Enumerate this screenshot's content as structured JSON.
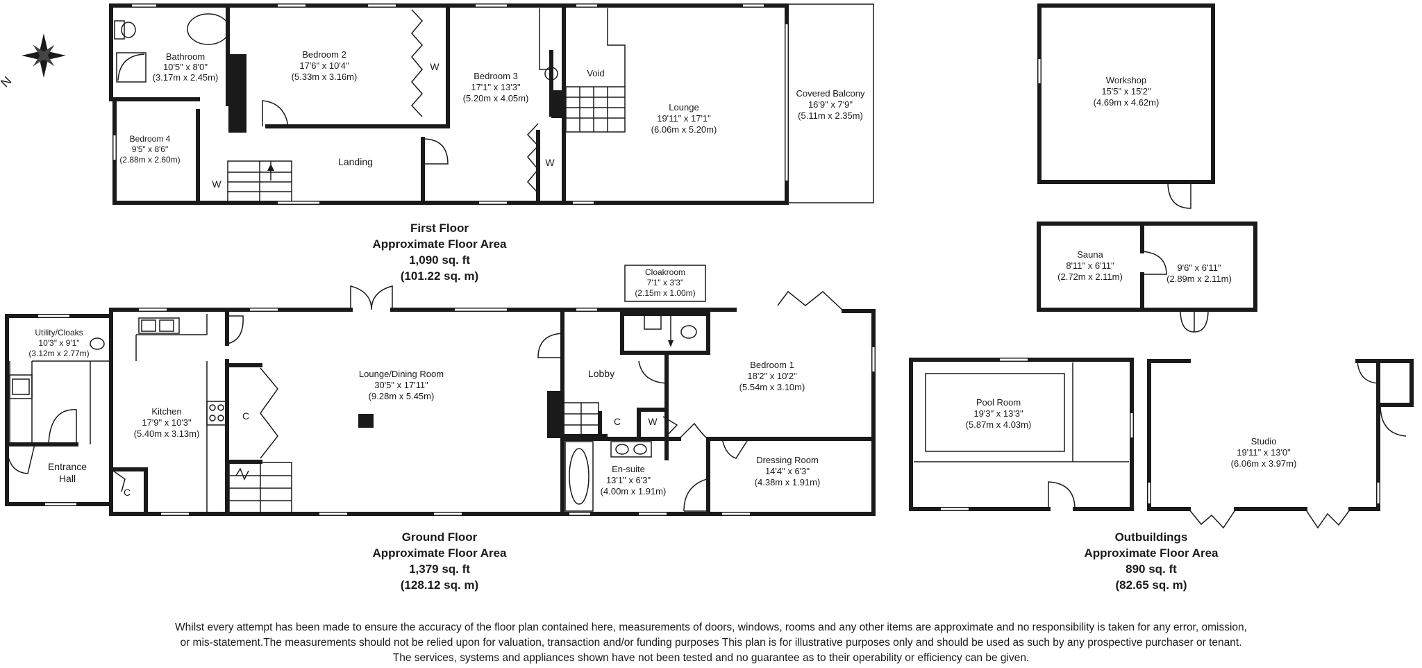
{
  "first_floor": {
    "rooms": [
      {
        "name": "Bathroom",
        "imperial": "10'5\" x 8'0\"",
        "metric": "(3.17m x 2.45m)"
      },
      {
        "name": "Bedroom 2",
        "imperial": "17'6\" x 10'4\"",
        "metric": "(5.33m x 3.16m)"
      },
      {
        "name": "Bedroom 3",
        "imperial": "17'1\" x 13'3\"",
        "metric": "(5.20m x 4.05m)"
      },
      {
        "name": "Void"
      },
      {
        "name": "Lounge",
        "imperial": "19'11\" x 17'1\"",
        "metric": "(6.06m x 5.20m)"
      },
      {
        "name": "Covered Balcony",
        "imperial": "16'9\" x 7'9\"",
        "metric": "(5.11m x 2.35m)"
      },
      {
        "name": "Bedroom 4",
        "imperial": "9'5\" x 8'6\"",
        "metric": "(2.88m x 2.60m)"
      },
      {
        "name": "Landing"
      }
    ],
    "title": "First Floor",
    "subtitle": "Approximate Floor Area",
    "area_sqft": "1,090 sq. ft",
    "area_sqm": "(101.22 sq. m)"
  },
  "ground_floor": {
    "rooms": [
      {
        "name": "Utility/Cloaks",
        "imperial": "10'3\" x 9'1\"",
        "metric": "(3.12m x 2.77m)"
      },
      {
        "name": "Entrance",
        "name2": "Hall"
      },
      {
        "name": "Kitchen",
        "imperial": "17'9\" x 10'3\"",
        "metric": "(5.40m x 3.13m)"
      },
      {
        "name": "Lounge/Dining Room",
        "imperial": "30'5\" x 17'11\"",
        "metric": "(9.28m x 5.45m)"
      },
      {
        "name": "Cloakroom",
        "imperial": "7'1\" x 3'3\"",
        "metric": "(2.15m x 1.00m)"
      },
      {
        "name": "Lobby"
      },
      {
        "name": "Bedroom 1",
        "imperial": "18'2\" x 10'2\"",
        "metric": "(5.54m x 3.10m)"
      },
      {
        "name": "En-suite",
        "imperial": "13'1\" x 6'3\"",
        "metric": "(4.00m x 1.91m)"
      },
      {
        "name": "Dressing Room",
        "imperial": "14'4\" x 6'3\"",
        "metric": "(4.38m x 1.91m)"
      }
    ],
    "title": "Ground Floor",
    "subtitle": "Approximate Floor Area",
    "area_sqft": "1,379 sq. ft",
    "area_sqm": "(128.12 sq. m)"
  },
  "outbuildings": {
    "rooms": [
      {
        "name": "Workshop",
        "imperial": "15'5\" x 15'2\"",
        "metric": "(4.69m x 4.62m)"
      },
      {
        "name": "Sauna",
        "imperial": "8'11\" x 6'11\"",
        "metric": "(2.72m x 2.11m)"
      },
      {
        "imperial": "9'6\" x 6'11\"",
        "metric": "(2.89m x 2.11m)"
      },
      {
        "name": "Pool Room",
        "imperial": "19'3\" x 13'3\"",
        "metric": "(5.87m x 4.03m)"
      },
      {
        "name": "Studio",
        "imperial": "19'11\" x 13'0\"",
        "metric": "(6.06m x 3.97m)"
      }
    ],
    "title": "Outbuildings",
    "subtitle": "Approximate Floor Area",
    "area_sqft": "890 sq. ft",
    "area_sqm": "(82.65 sq. m)"
  },
  "labels": {
    "wardrobe": "W",
    "cupboard": "C",
    "compass_north": "N"
  },
  "disclaimer": [
    "Whilst every attempt has been made to ensure the accuracy of the floor plan contained here, measurements of doors, windows, rooms and any other items are approximate and no responsibility is taken for any error, omission,",
    "or mis-statement.The measurements should not be relied upon for valuation, transaction and/or funding purposes This plan is for illustrative purposes only and should be used as such by any prospective purchaser or tenant.",
    "The services, systems and appliances shown have not been tested and no guarantee as to their operability or efficiency can be given."
  ]
}
